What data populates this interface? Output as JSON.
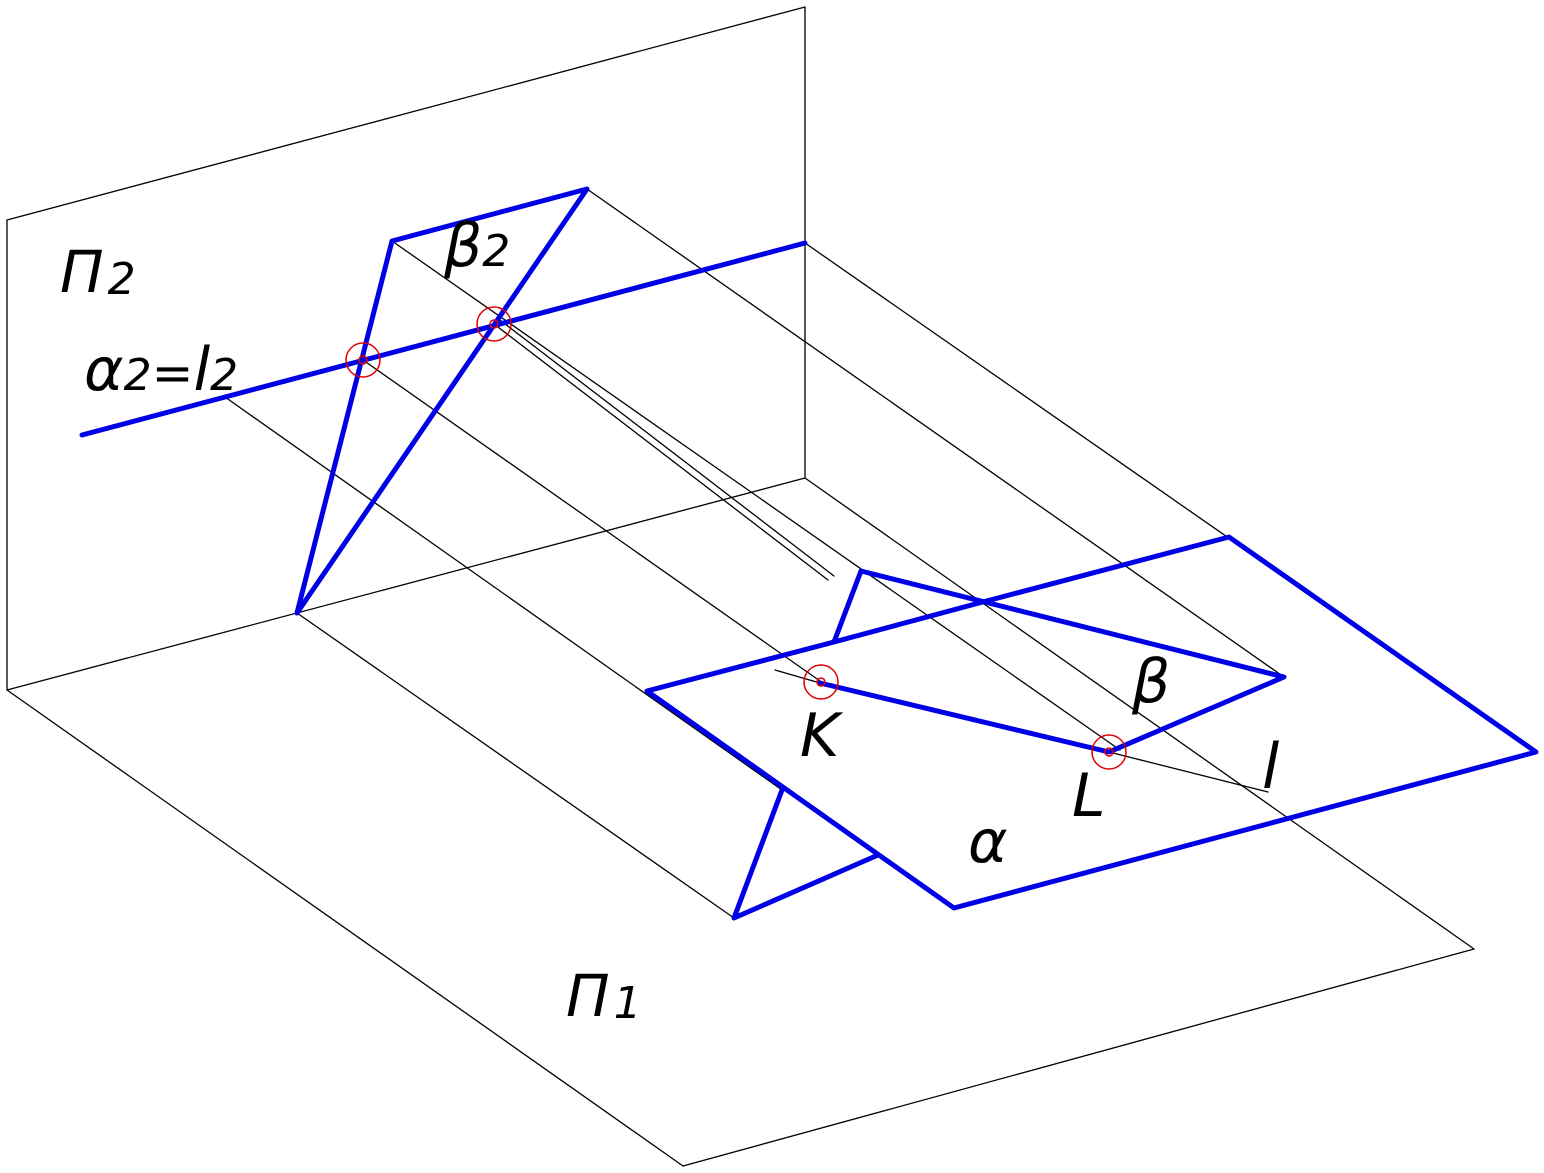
{
  "colors": {
    "thin_line": "#000000",
    "plane_edge": "#0000e6",
    "point_marker": "#e00000",
    "background": "#ffffff"
  },
  "labels": {
    "pi2": {
      "main": "Π",
      "sub": "2"
    },
    "pi1": {
      "main": "Π",
      "sub": "1"
    },
    "alpha2_l2": {
      "a": "α",
      "a_sub": "2",
      "eq": "=",
      "l": "l",
      "l_sub": "2"
    },
    "beta2": {
      "main": "β",
      "sub": "2"
    },
    "beta": "β",
    "alpha": "α",
    "K": "K",
    "L": "L",
    "l": "l"
  }
}
